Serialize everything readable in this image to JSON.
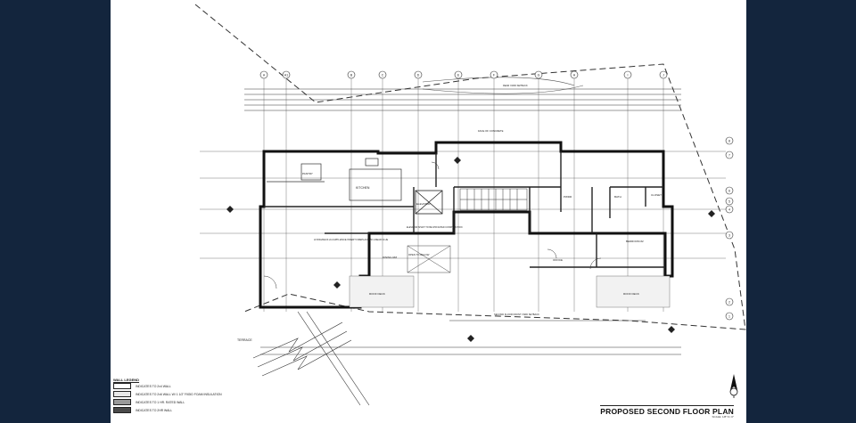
{
  "sheet": {
    "title": "PROPOSED SECOND FLOOR PLAN",
    "scale": "SCALE: 1/8\"=1'-0\""
  },
  "legend": {
    "title": "WALL LEGEND",
    "items": [
      {
        "text": "INDICATES TO 2x4 WALL",
        "fill": "#ffffff"
      },
      {
        "text": "INDICATES TO 2x6 WALL W/ 1 1/2\" RIGID FOAM INSULATION",
        "fill": "#e8e8e8"
      },
      {
        "text": "INDICATES TO 1 HR. RATED WALL",
        "fill": "#9a9a9a"
      },
      {
        "text": "INDICATES TO 2HR WALL",
        "fill": "#4a4a4a"
      }
    ]
  },
  "rooms": {
    "kitchen": "KITCHEN",
    "elevator": "ELEVATOR",
    "living": "LIVING/DECK 2nd APPLIANCE INSERT FIREPLACE W/ LINEAR FLUE",
    "dining": "DINING RM",
    "open_below": "OPEN TO BELOW",
    "roof_deck": "ROOF DECK",
    "office": "OFFICE",
    "bedroom": "BEDROOM #2",
    "closet": "CLOSET",
    "bath": "BATH",
    "powder": "PWDR",
    "pantry": "PANTRY",
    "terrace": "TERRACE",
    "face_concrete": "FACE OF CONCRETE",
    "second_floor_line": "SECOND FLOOR FRONT YARD SETBACK",
    "rear_setback": "REAR YARD SETBACK",
    "elevator_shaft": "ELEVATOR SHAFT TO BE 1HR RATED CONSTRUCTION"
  },
  "grid": {
    "top": [
      "A",
      "A1",
      "B",
      "C",
      "D",
      "E",
      "F",
      "G",
      "H",
      "I",
      "J"
    ],
    "right": [
      "8",
      "7",
      "6",
      "5",
      "4",
      "3",
      "2",
      "1"
    ]
  }
}
